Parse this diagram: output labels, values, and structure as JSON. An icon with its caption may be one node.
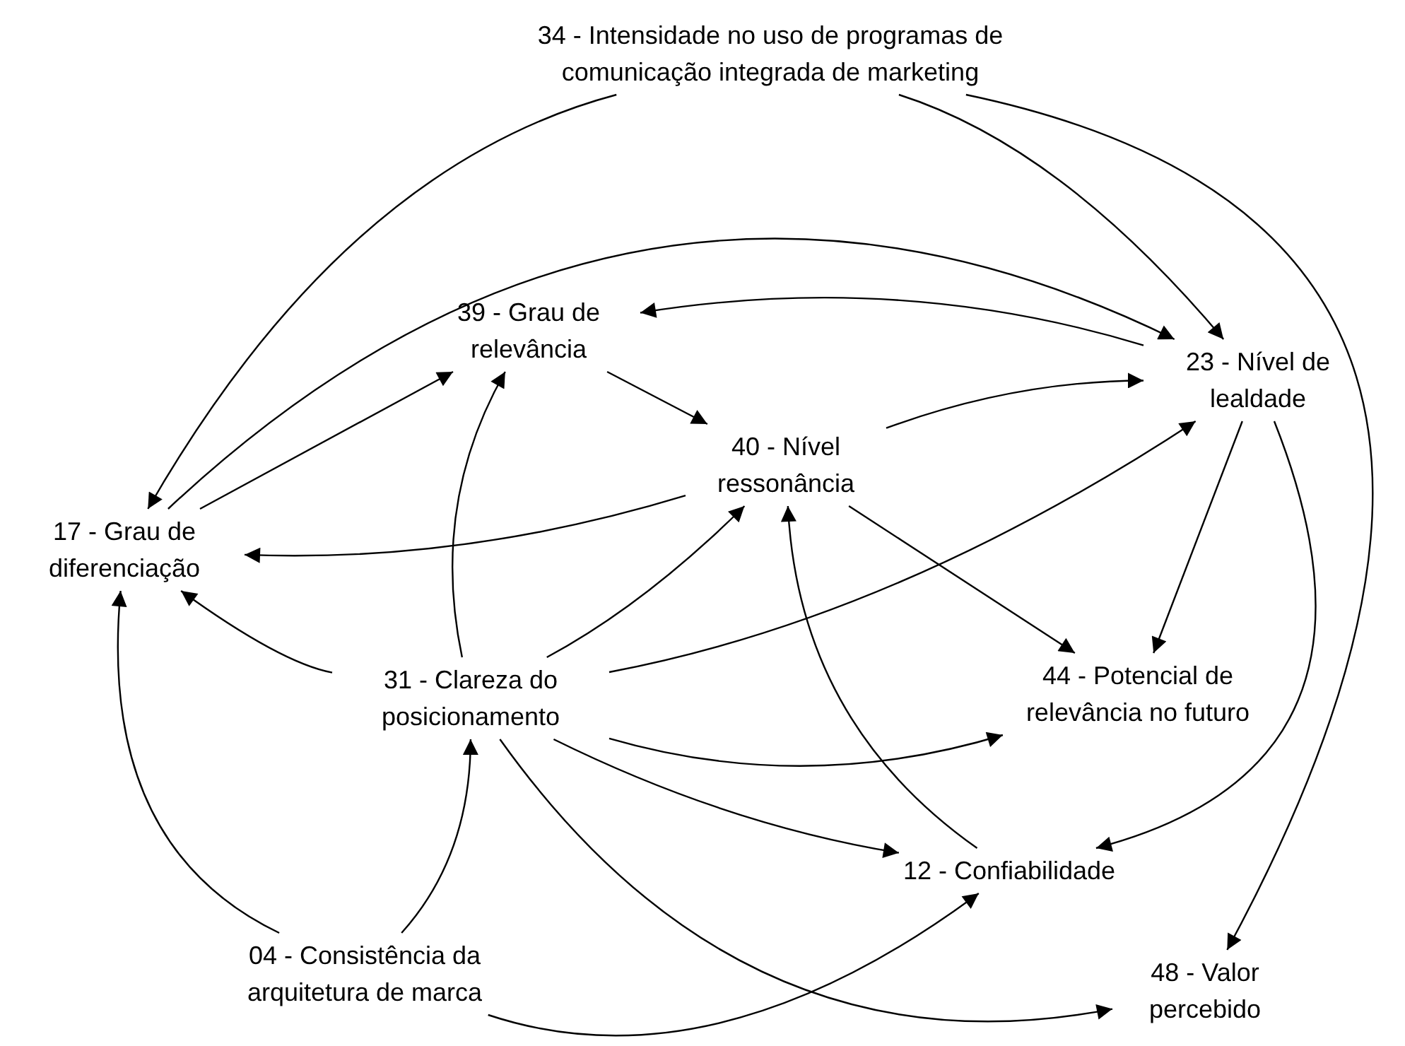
{
  "diagram": {
    "nodes": [
      {
        "text": [
          "34 - Intensidade no uso de programas de comunicação integrada de marketing"
        ]
      },
      {
        "text": [
          "39 - Grau de relevância"
        ]
      },
      {
        "text": [
          "23 - Nível de lealdade"
        ]
      },
      {
        "text": [
          "40 - Nível ressonância"
        ]
      },
      {
        "text": [
          "17 - Grau de diferenciação"
        ]
      },
      {
        "text": [
          "31 - Clareza do posicionamento"
        ]
      },
      {
        "text": [
          "44 - Potencial de relevância no futuro"
        ]
      },
      {
        "text": [
          "12 - Confiabilidade"
        ]
      },
      {
        "text": [
          "04 - Consistência da arquitetura de marca"
        ]
      },
      {
        "text": [
          "48 - Valor percebido"
        ]
      }
    ],
    "edges": [
      {
        "from": 0,
        "to": 4,
        "arrow": "to"
      },
      {
        "from": 0,
        "to": 2,
        "arrow": "to"
      },
      {
        "from": 0,
        "to": 9,
        "arrow": "to"
      },
      {
        "from": 4,
        "to": 2,
        "arrow": "to"
      },
      {
        "from": 4,
        "to": 1,
        "arrow": "to"
      },
      {
        "from": 2,
        "to": 1,
        "arrow": "to"
      },
      {
        "from": 1,
        "to": 3,
        "arrow": "to"
      },
      {
        "from": 3,
        "to": 2,
        "arrow": "to"
      },
      {
        "from": 3,
        "to": 4,
        "arrow": "to"
      },
      {
        "from": 3,
        "to": 6,
        "arrow": "to"
      },
      {
        "from": 2,
        "to": 6,
        "arrow": "to"
      },
      {
        "from": 2,
        "to": 7,
        "arrow": "to"
      },
      {
        "from": 5,
        "to": 4,
        "arrow": "to"
      },
      {
        "from": 5,
        "to": 1,
        "arrow": "to"
      },
      {
        "from": 5,
        "to": 3,
        "arrow": "to"
      },
      {
        "from": 5,
        "to": 2,
        "arrow": "to"
      },
      {
        "from": 5,
        "to": 6,
        "arrow": "to"
      },
      {
        "from": 5,
        "to": 7,
        "arrow": "to"
      },
      {
        "from": 5,
        "to": 9,
        "arrow": "to"
      },
      {
        "from": 8,
        "to": 4,
        "arrow": "to"
      },
      {
        "from": 8,
        "to": 5,
        "arrow": "to"
      },
      {
        "from": 8,
        "to": 7,
        "arrow": "to"
      },
      {
        "from": 7,
        "to": 3,
        "arrow": "to"
      }
    ]
  }
}
